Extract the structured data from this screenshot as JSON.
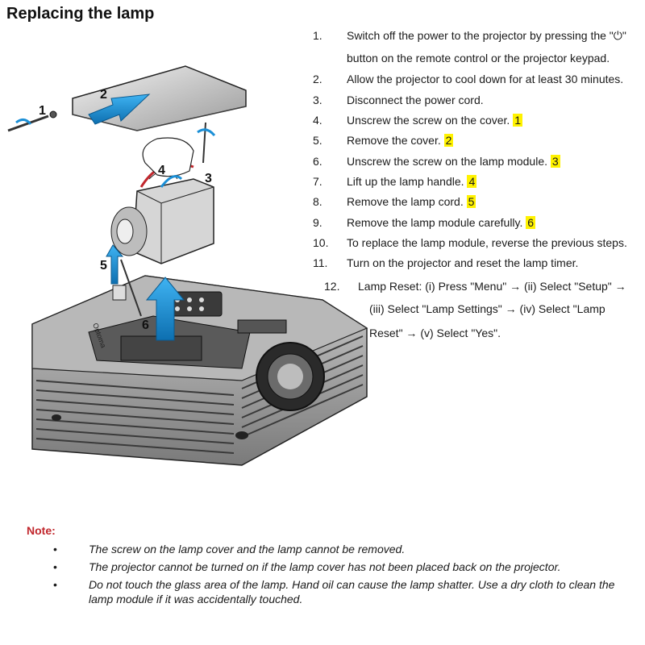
{
  "title": "Replacing the lamp",
  "steps": [
    {
      "num": "1.",
      "lines": [
        "Switch off the power to the projector by pressing the \"⏻\"",
        "button on the remote control or the projector  keypad."
      ],
      "badge": ""
    },
    {
      "num": "2.",
      "lines": [
        "Allow the projector to cool down for at least 30 minutes."
      ],
      "badge": ""
    },
    {
      "num": "3.",
      "lines": [
        "Disconnect the power cord."
      ],
      "badge": ""
    },
    {
      "num": "4.",
      "lines": [
        "Unscrew the screw on the cover."
      ],
      "badge": "1"
    },
    {
      "num": "5.",
      "lines": [
        "Remove the cover."
      ],
      "badge": "2"
    },
    {
      "num": "6.",
      "lines": [
        "Unscrew the screw on the lamp module."
      ],
      "badge": "3"
    },
    {
      "num": "7.",
      "lines": [
        "Lift up the lamp handle."
      ],
      "badge": "4"
    },
    {
      "num": "8.",
      "lines": [
        "Remove the lamp cord."
      ],
      "badge": "5"
    },
    {
      "num": "9.",
      "lines": [
        "Remove the lamp module carefully."
      ],
      "badge": "6"
    },
    {
      "num": "10.",
      "lines": [
        "To replace the lamp module, reverse the previous steps."
      ],
      "badge": ""
    },
    {
      "num": "11.",
      "lines": [
        "Turn on the projector and reset the lamp timer."
      ],
      "badge": ""
    },
    {
      "num": "12.",
      "lines": [
        "Lamp Reset: (i) Press \"Menu\" → (ii) Select \"Setup\" →",
        "(iii) Select \"Lamp Settings\" → (iv) Select \"Lamp",
        "Reset\" → (v) Select \"Yes\"."
      ],
      "badge": ""
    }
  ],
  "illustration": {
    "callouts": [
      "1",
      "2",
      "3",
      "4",
      "5",
      "6"
    ],
    "brand": "Optoma"
  },
  "note": {
    "title": "Note:",
    "bullet": "•",
    "items": [
      "The screw on the lamp cover and the lamp cannot be removed.",
      "The projector cannot be turned on if the lamp cover has not been placed back on the projector.",
      "Do not touch the glass area of the lamp. Hand oil can cause the lamp shatter. Use a dry cloth to clean the lamp module if it was accidentally touched."
    ]
  },
  "colors": {
    "highlight": "#fff200",
    "note_title": "#c1272d",
    "arrow": "#1b8fd6"
  }
}
